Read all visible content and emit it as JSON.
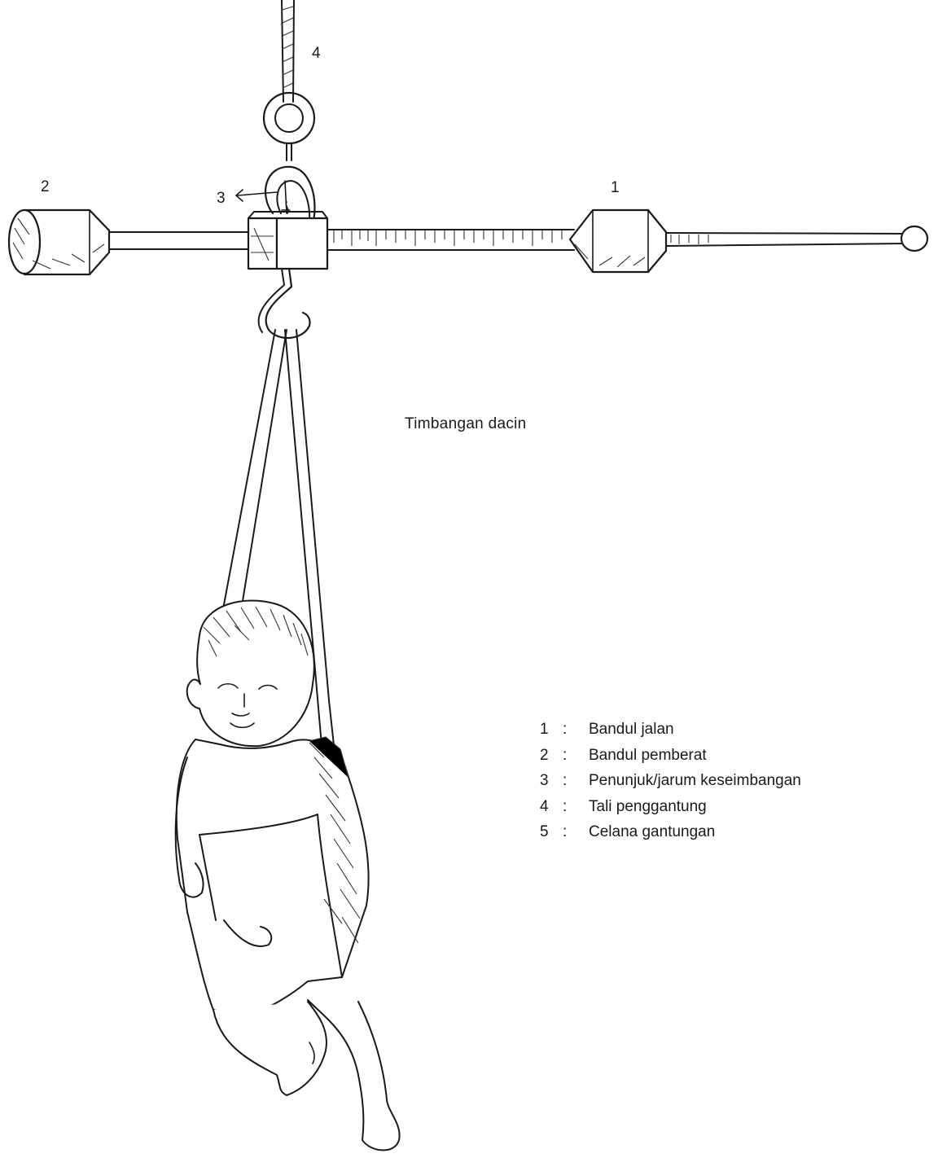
{
  "caption": "Timbangan dacin",
  "callouts": [
    "1",
    "2",
    "3",
    "4"
  ],
  "legend": [
    {
      "num": "1",
      "sep": ":",
      "text": "Bandul jalan"
    },
    {
      "num": "2",
      "sep": ":",
      "text": "Bandul pemberat"
    },
    {
      "num": "3",
      "sep": ":",
      "text": "Penunjuk/jarum keseimbangan"
    },
    {
      "num": "4",
      "sep": ":",
      "text": "Tali penggantung"
    },
    {
      "num": "5",
      "sep": ":",
      "text": "Celana gantungan"
    }
  ]
}
